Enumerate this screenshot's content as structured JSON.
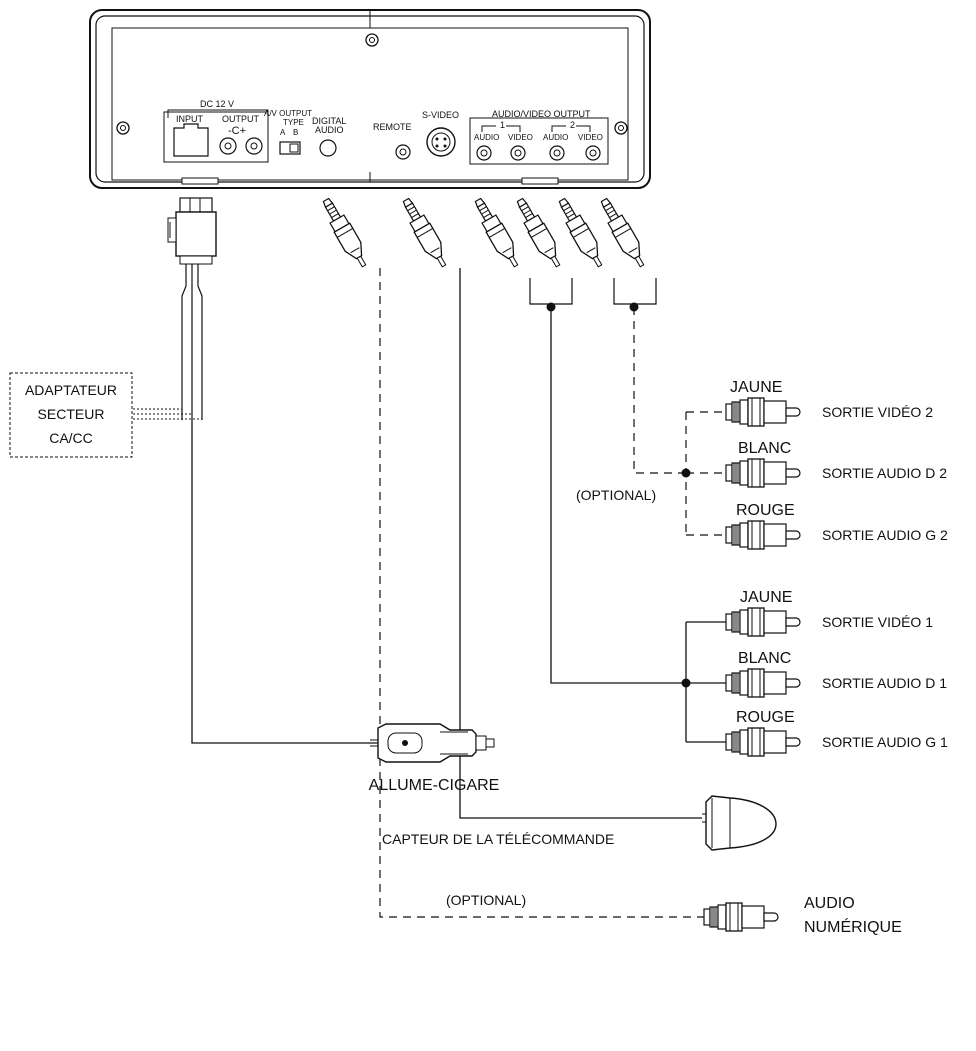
{
  "device": {
    "dc12v": "DC 12 V",
    "input": "INPUT",
    "output": "OUTPUT",
    "av_output_type": "A/V OUTPUT",
    "type": "TYPE",
    "type_a": "A",
    "type_b": "B",
    "digital_audio_1": "DIGITAL",
    "digital_audio_2": "AUDIO",
    "remote": "REMOTE",
    "svideo": "S-VIDEO",
    "av_output": "AUDIO/VIDEO OUTPUT",
    "group1": "1",
    "group2": "2",
    "audio_1": "AUDIO",
    "video_1": "VIDEO",
    "audio_2": "AUDIO",
    "video_2": "VIDEO"
  },
  "labels": {
    "adapter_1": "ADAPTATEUR",
    "adapter_2": "SECTEUR",
    "adapter_3": "CA/CC",
    "optional_1": "(OPTIONAL)",
    "optional_2": "(OPTIONAL)",
    "set2": {
      "jaune": "JAUNE",
      "blanc": "BLANC",
      "rouge": "ROUGE",
      "video": "SORTIE VIDÉO 2",
      "audio_d": "SORTIE AUDIO D 2",
      "audio_g": "SORTIE AUDIO G 2"
    },
    "set1": {
      "jaune": "JAUNE",
      "blanc": "BLANC",
      "rouge": "ROUGE",
      "video": "SORTIE VIDÉO 1",
      "audio_d": "SORTIE AUDIO D 1",
      "audio_g": "SORTIE AUDIO G 1"
    },
    "capteur": "CAPTEUR DE LA TÉLÉCOMMANDE",
    "audio_num_1": "AUDIO",
    "audio_num_2": "NUMÉRIQUE",
    "allume": "ALLUME-CIGARE"
  }
}
